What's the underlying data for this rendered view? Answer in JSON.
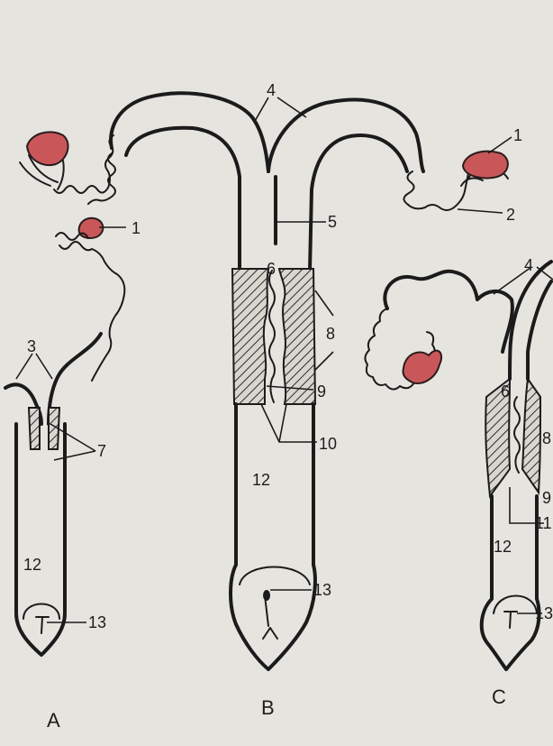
{
  "colors": {
    "paper": "#e6e4df",
    "ink": "#1b1b1b",
    "ovary": "#c9575a"
  },
  "labels": {
    "n1a": "1",
    "n1b": "1",
    "n2": "2",
    "n3": "3",
    "n4a": "4",
    "n4b": "4",
    "n5": "5",
    "n6a": "6",
    "n6b": "6",
    "n7": "7",
    "n8a": "8",
    "n8b": "8",
    "n9a": "9",
    "n9b": "9",
    "n10": "10",
    "n11": "11",
    "n12a": "12",
    "n12b": "12",
    "n12c": "12",
    "n13a": "13",
    "n13b": "13",
    "n13c": "13"
  },
  "captions": {
    "a": "A",
    "b": "B",
    "c": "C"
  }
}
